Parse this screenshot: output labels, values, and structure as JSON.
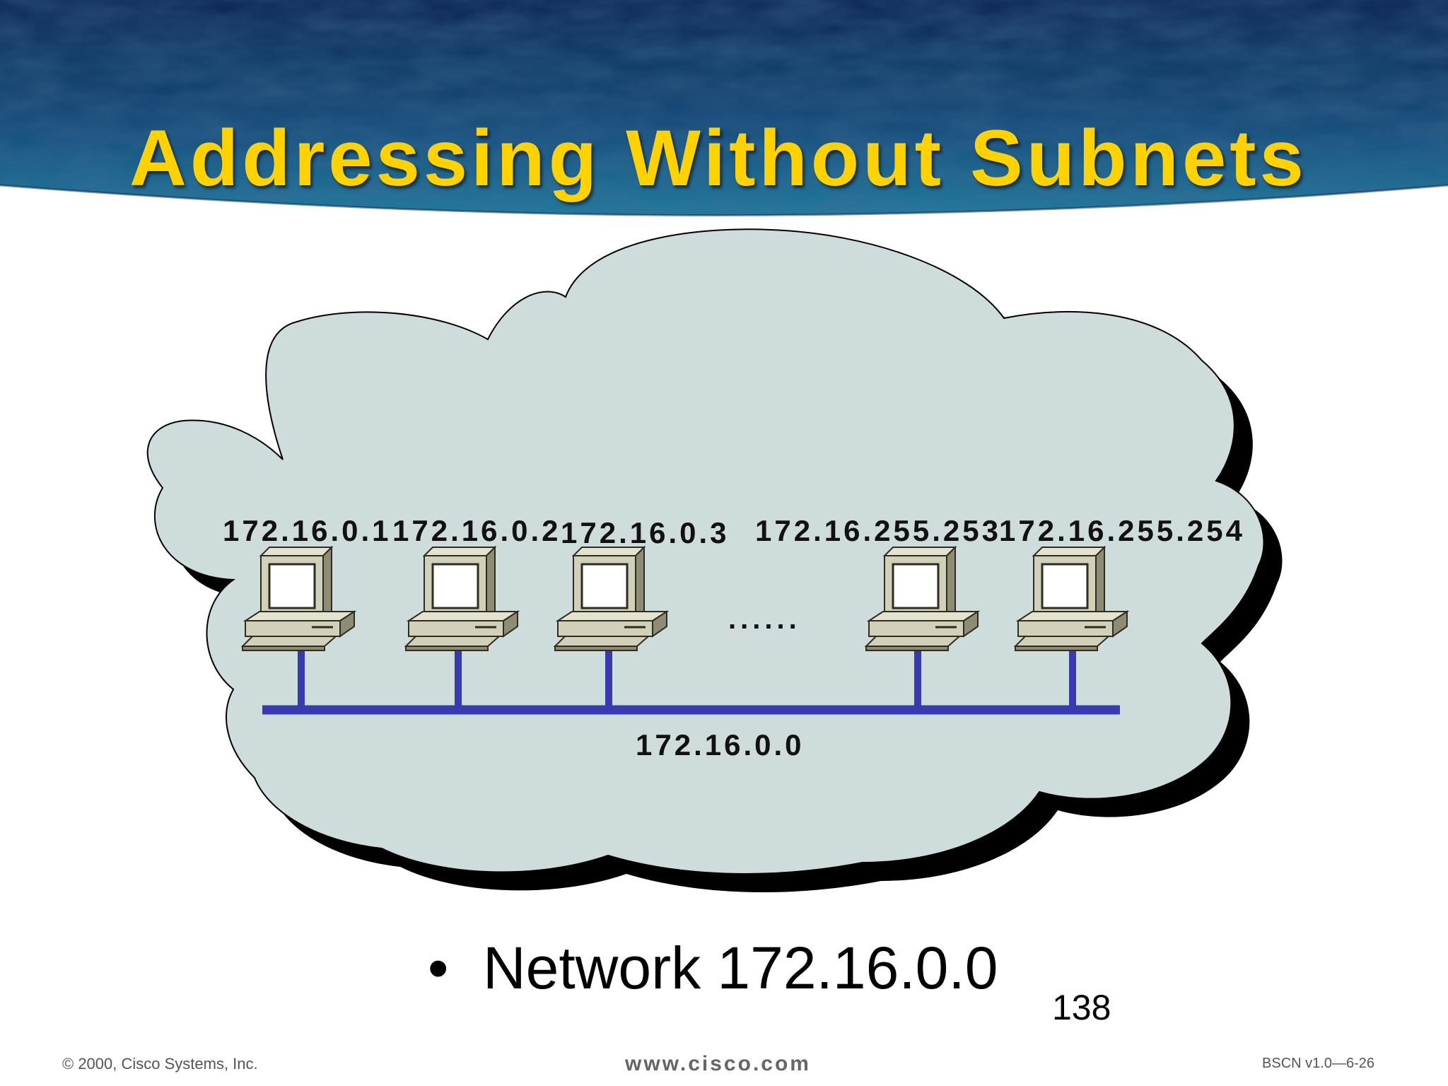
{
  "slide": {
    "title": "Addressing Without Subnets",
    "bullet": "Network 172.16.0.0",
    "page_number": "138"
  },
  "diagram": {
    "network_address": "172.16.0.0",
    "ellipsis": "......",
    "hosts": [
      {
        "label": "172.16.0.1"
      },
      {
        "label": "172.16.0.2"
      },
      {
        "label": "172.16.0.3"
      },
      {
        "label": "172.16.255.253"
      },
      {
        "label": "172.16.255.254"
      }
    ],
    "colors": {
      "cloud_fill": "#cfdcdc",
      "cloud_shadow": "#000000",
      "bus": "#3a3ab0",
      "title": "#ffd200",
      "header_dark": "#0c2a55",
      "header_light": "#1d7fa0"
    }
  },
  "footer": {
    "copyright": "© 2000, Cisco Systems, Inc.",
    "url": "www.cisco.com",
    "course": "BSCN v1.0—6-26"
  }
}
